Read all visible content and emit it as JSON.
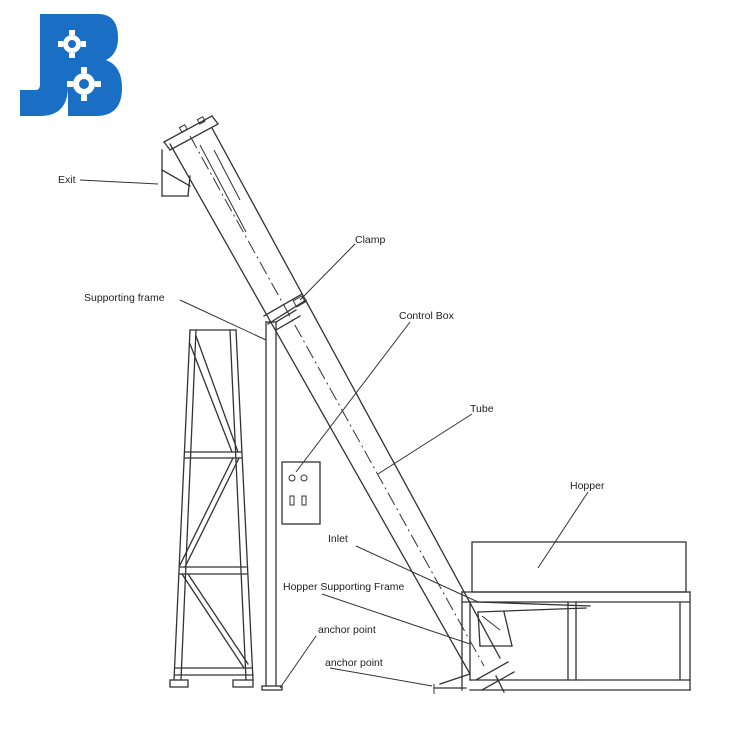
{
  "brand": {
    "logo_text": "JB",
    "color": "#1a6fc4"
  },
  "labels": {
    "exit": "Exit",
    "clamp": "Clamp",
    "supporting_frame": "Supporting frame",
    "control_box": "Control Box",
    "tube": "Tube",
    "hopper": "Hopper",
    "inlet": "Inlet",
    "hopper_supporting_frame": "Hopper Supporting Frame",
    "anchor_point_1": "anchor point",
    "anchor_point_2": "anchor point"
  }
}
